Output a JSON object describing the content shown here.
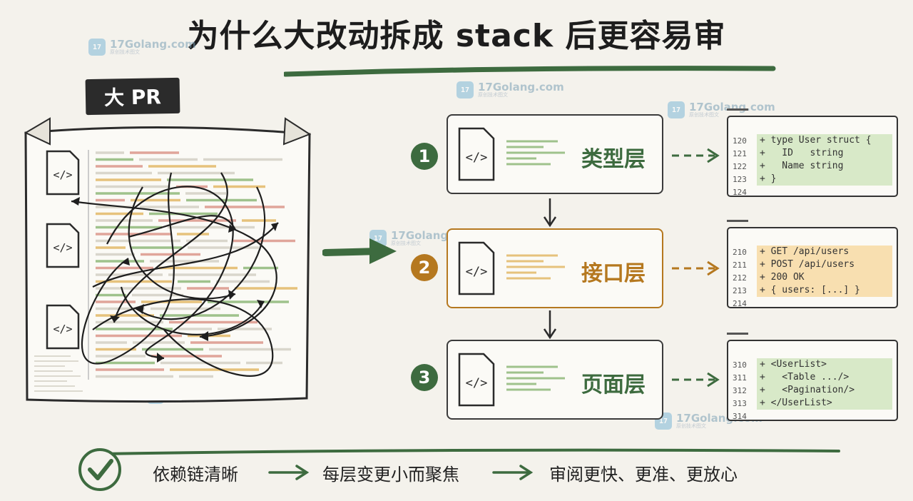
{
  "title": "为什么大改动拆成 stack 后更容易审",
  "watermark": {
    "main": "17Golang.com",
    "sub": "原创技术图文"
  },
  "big_pr": {
    "label": "大 PR"
  },
  "layers": [
    {
      "number": "1",
      "name": "类型层",
      "color": "#3d6b3f"
    },
    {
      "number": "2",
      "name": "接口层",
      "color": "#b5781f"
    },
    {
      "number": "3",
      "name": "页面层",
      "color": "#3d6b3f"
    }
  ],
  "code_panels": [
    {
      "lines": [
        {
          "num": "120",
          "text": "+ type User struct {"
        },
        {
          "num": "121",
          "text": "+   ID   string"
        },
        {
          "num": "122",
          "text": "+   Name string"
        },
        {
          "num": "123",
          "text": "+ }"
        },
        {
          "num": "124",
          "text": ""
        }
      ]
    },
    {
      "lines": [
        {
          "num": "210",
          "text": "+ GET /api/users"
        },
        {
          "num": "211",
          "text": "+ POST /api/users"
        },
        {
          "num": "212",
          "text": "+ 200 OK"
        },
        {
          "num": "213",
          "text": "+ { users: [...] }"
        },
        {
          "num": "214",
          "text": ""
        }
      ]
    },
    {
      "lines": [
        {
          "num": "310",
          "text": "+ <UserList>"
        },
        {
          "num": "311",
          "text": "+   <Table .../>"
        },
        {
          "num": "312",
          "text": "+   <Pagination/>"
        },
        {
          "num": "313",
          "text": "+ </UserList>"
        },
        {
          "num": "314",
          "text": ""
        }
      ]
    }
  ],
  "bottom": {
    "steps": [
      "依赖链清晰",
      "每层变更小而聚焦",
      "审阅更快、更准、更放心"
    ]
  }
}
